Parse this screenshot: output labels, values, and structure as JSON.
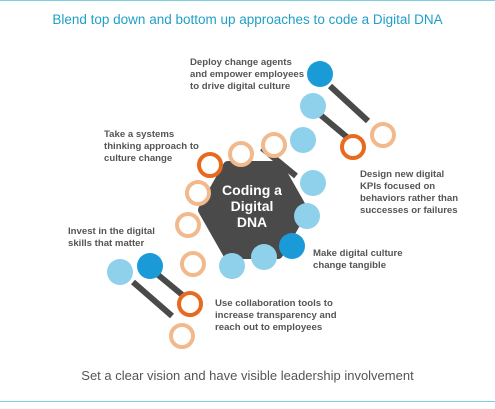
{
  "title": "Blend top down and bottom up approaches to code a Digital DNA",
  "center_label": "Coding a\nDigital\nDNA",
  "labels": {
    "deploy": "Deploy change agents\nand empower employees\nto drive digital culture",
    "systems": "Take a systems\nthinking approach to\nculture change",
    "kpis": "Design new digital\nKPIs focused on\nbehaviors rather than\nsuccesses or failures",
    "invest": "Invest in the digital\nskills that matter",
    "tangible": "Make digital culture\nchange tangible",
    "collab": "Use collaboration tools to\nincrease transparency and\nreach out to employees"
  },
  "footer": "Set a clear vision and have visible leadership involvement",
  "colors": {
    "title": "#1f9fc8",
    "light_blue": "#8fd0ea",
    "dark_blue": "#1a9bd7",
    "orange": "#e86a1f",
    "peach": "#f2b98c",
    "bar": "#4a4a4a",
    "hexagon": "#4a4a4a"
  }
}
